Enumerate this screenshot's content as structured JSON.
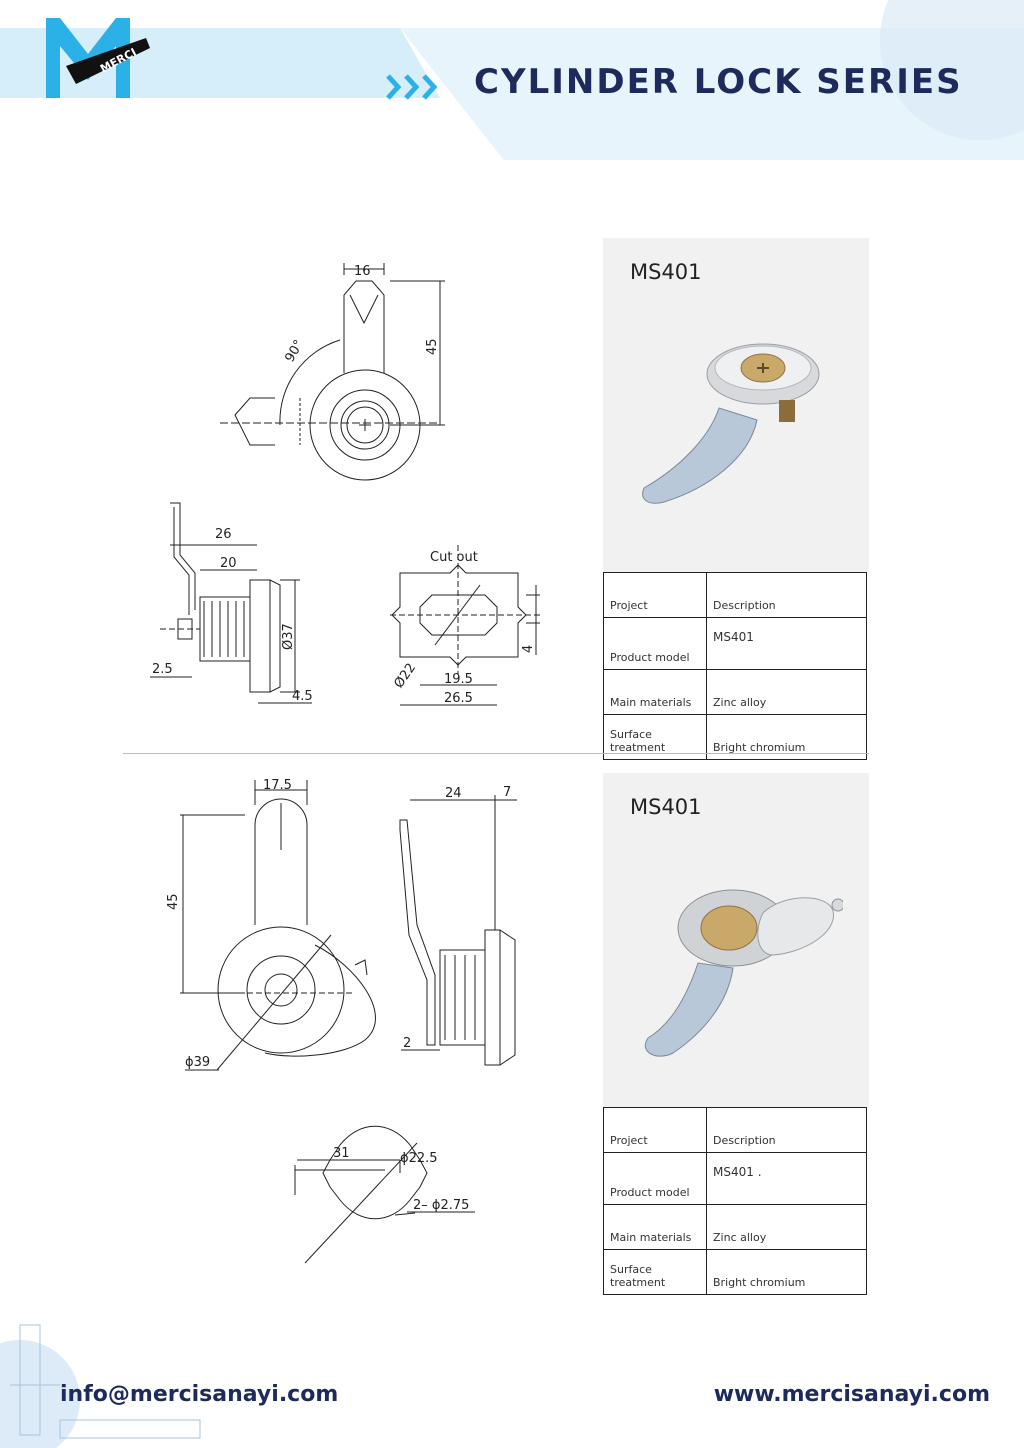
{
  "header": {
    "title": "CYLINDER LOCK SERIES",
    "logo_text": "MERCI",
    "brand_color": "#1e2a5c",
    "band_color": "#d9f0fb"
  },
  "drawing1": {
    "dim_16": "16",
    "dim_45": "45",
    "angle": "90°",
    "dim_26": "26",
    "dim_20": "20",
    "dim_37": "Ø37",
    "dim_2_5": "2.5",
    "dim_4_5": "4.5",
    "cutout_label": "Cut out",
    "dim_22": "Ø22",
    "dim_4": "4",
    "dim_19_5": "19.5",
    "dim_26_5": "26.5"
  },
  "drawing2": {
    "dim_17_5": "17.5",
    "dim_45": "45",
    "dim_39": "ϕ39",
    "dim_24": "24",
    "dim_7": "7",
    "dim_2": "2",
    "dim_31": "31",
    "dim_22_5": "ϕ22.5",
    "dim_holes": "2– ϕ2.75"
  },
  "products": [
    {
      "model": "MS401",
      "rows": [
        {
          "label": "Project",
          "value": "Description"
        },
        {
          "label": "Product model",
          "value": "MS401"
        },
        {
          "label": "Main materials",
          "value": "Zinc alloy"
        },
        {
          "label": "Surface treatment",
          "value": "Bright chromium"
        }
      ]
    },
    {
      "model": "MS401",
      "rows": [
        {
          "label": "Project",
          "value": "Description"
        },
        {
          "label": "Product model",
          "value": "MS401 ."
        },
        {
          "label": "Main materials",
          "value": "Zinc alloy"
        },
        {
          "label": "Surface treatment",
          "value": "Bright chromium"
        }
      ]
    }
  ],
  "footer": {
    "email": "info@mercisanayi.com",
    "website": "www.mercisanayi.com"
  }
}
